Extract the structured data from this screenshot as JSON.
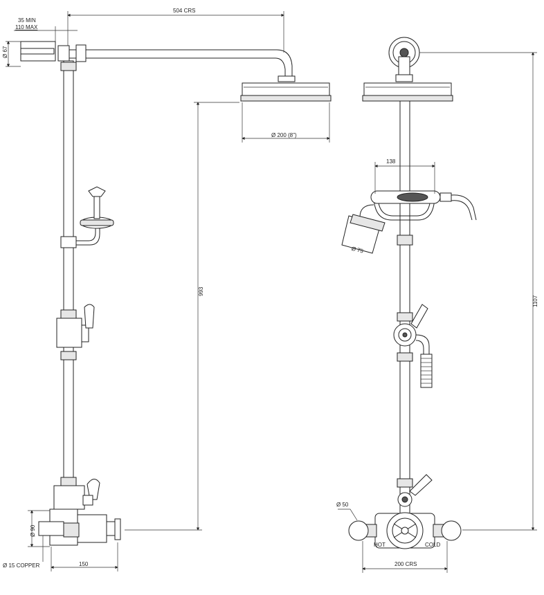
{
  "dimensions": {
    "crs_504": "504 CRS",
    "wall_min": "35 MIN",
    "wall_max": "110 MAX",
    "dia_67": "Ø 67",
    "dia_200": "Ø 200 (8\")",
    "height_993": "993",
    "width_138": "138",
    "dia_75": "Ø 75",
    "height_1107": "1107",
    "dia_90": "Ø 90",
    "dia_50": "Ø 50",
    "copper_15": "Ø 15 COPPER",
    "width_150": "150",
    "crs_200": "200 CRS"
  },
  "labels": {
    "hot": "HOT",
    "cold": "COLD"
  },
  "colors": {
    "line": "#222222",
    "background": "#ffffff"
  }
}
